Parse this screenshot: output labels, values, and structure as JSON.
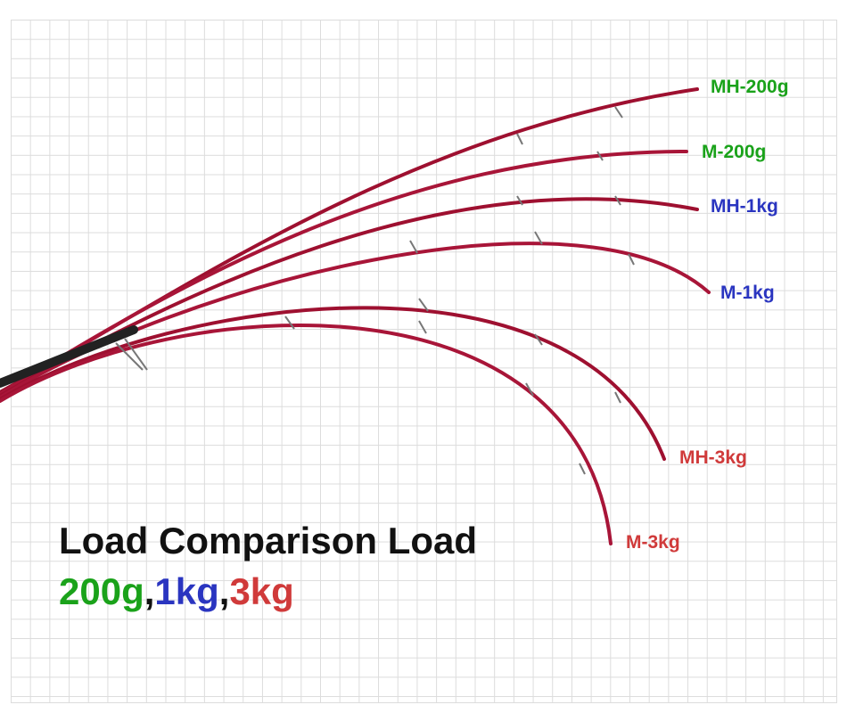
{
  "title": "Load Comparison Load",
  "loads": {
    "g200": "200g",
    "sep1": ",",
    "kg1": "1kg",
    "sep2": ",",
    "kg3": "3kg"
  },
  "rods": [
    {
      "label": "MH-200g",
      "color": "#1aa21a"
    },
    {
      "label": "M-200g",
      "color": "#1aa21a"
    },
    {
      "label": "MH-1kg",
      "color": "#2a35c0"
    },
    {
      "label": "M-1kg",
      "color": "#2a35c0"
    },
    {
      "label": "MH-3kg",
      "color": "#d03a3a"
    },
    {
      "label": "M-3kg",
      "color": "#d03a3a"
    }
  ],
  "colors": {
    "rod": "#9e1030",
    "green": "#1aa21a",
    "blue": "#2a35c0",
    "red": "#d03a3a"
  }
}
